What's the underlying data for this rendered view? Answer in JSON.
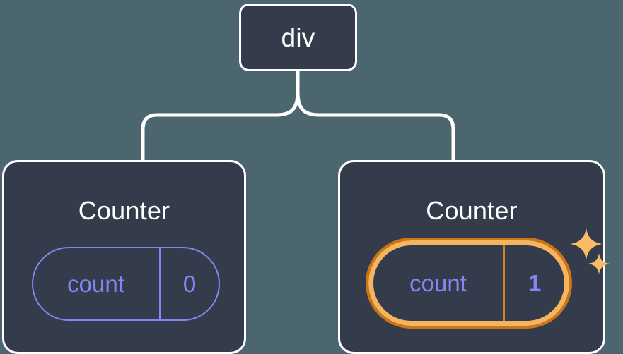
{
  "diagram": {
    "type": "component-tree",
    "background_color": "#4c6670",
    "node_fill_color": "#343b4a",
    "node_border_color": "#ffffff",
    "state_color": "#8287f5",
    "highlight_outer_color": "#ca7518",
    "highlight_inner_color": "#f6b45f",
    "sparkle_color": "#f9bc64"
  },
  "root": {
    "label": "div"
  },
  "children": [
    {
      "title": "Counter",
      "state": {
        "name": "count",
        "value": "0"
      },
      "highlighted": false
    },
    {
      "title": "Counter",
      "state": {
        "name": "count",
        "value": "1"
      },
      "highlighted": true,
      "sparkles": [
        "sparkle-large",
        "sparkle-small"
      ]
    }
  ]
}
